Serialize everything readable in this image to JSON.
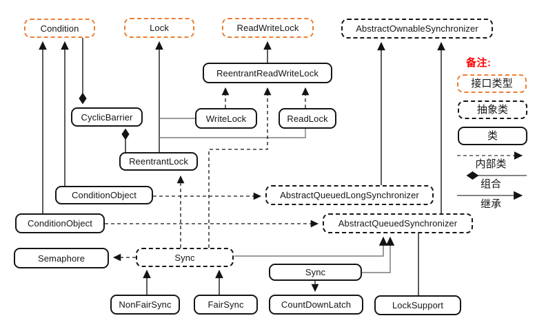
{
  "colors": {
    "interface_border": "#ED7D31",
    "class_border": "#141414",
    "note_red": "#FF0000",
    "line_black": "#141414",
    "line_gray": "#7A7A7A",
    "background": "#FFFFFF"
  },
  "nodes": {
    "condition": {
      "label": "Condition",
      "type": "interface"
    },
    "lock": {
      "label": "Lock",
      "type": "interface"
    },
    "readWriteLock": {
      "label": "ReadWriteLock",
      "type": "interface"
    },
    "abstractOwnableSynchronizer": {
      "label": "AbstractOwnableSynchronizer",
      "type": "abstract"
    },
    "reentrantReadWriteLock": {
      "label": "ReentrantReadWriteLock",
      "type": "class"
    },
    "cyclicBarrier": {
      "label": "CyclicBarrier",
      "type": "class"
    },
    "writeLock": {
      "label": "WriteLock",
      "type": "class"
    },
    "readLock": {
      "label": "ReadLock",
      "type": "class"
    },
    "reentrantLock": {
      "label": "ReentrantLock",
      "type": "class"
    },
    "conditionObjectUpper": {
      "label": "ConditionObject",
      "type": "class"
    },
    "abstractQueuedLongSynchronizer": {
      "label": "AbstractQueuedLongSynchronizer",
      "type": "abstract"
    },
    "conditionObjectLower": {
      "label": "ConditionObject",
      "type": "class"
    },
    "abstractQueuedSynchronizer": {
      "label": "AbstractQueuedSynchronizer",
      "type": "abstract"
    },
    "semaphore": {
      "label": "Semaphore",
      "type": "class"
    },
    "syncLeft": {
      "label": "Sync",
      "type": "abstract"
    },
    "syncRight": {
      "label": "Sync",
      "type": "class"
    },
    "nonFairSync": {
      "label": "NonFairSync",
      "type": "class"
    },
    "fairSync": {
      "label": "FairSync",
      "type": "class"
    },
    "countDownLatch": {
      "label": "CountDownLatch",
      "type": "class"
    },
    "lockSupport": {
      "label": "LockSupport",
      "type": "class"
    }
  },
  "legend": {
    "title": "备注:",
    "interface_label": "接口类型",
    "abstract_label": "抽象类",
    "class_label": "类",
    "inner_class_label": "内部类",
    "composition_label": "组合",
    "inheritance_label": "继承"
  },
  "relationships": [
    {
      "from": "ConditionObject(lower)",
      "to": "Condition",
      "type": "inheritance"
    },
    {
      "from": "ConditionObject(upper)",
      "to": "Condition",
      "type": "inheritance"
    },
    {
      "from": "CyclicBarrier",
      "to": "Condition",
      "type": "composition"
    },
    {
      "from": "CyclicBarrier",
      "to": "ReentrantLock",
      "type": "composition"
    },
    {
      "from": "ReentrantLock",
      "to": "Lock",
      "type": "inheritance"
    },
    {
      "from": "WriteLock",
      "to": "Lock",
      "type": "inheritance"
    },
    {
      "from": "ReadLock",
      "to": "Lock",
      "type": "inheritance"
    },
    {
      "from": "ReentrantReadWriteLock",
      "to": "ReadWriteLock",
      "type": "inheritance"
    },
    {
      "from": "WriteLock",
      "to": "ReentrantReadWriteLock",
      "type": "inner-class"
    },
    {
      "from": "ReadLock",
      "to": "ReentrantReadWriteLock",
      "type": "inner-class"
    },
    {
      "from": "Sync(left)",
      "to": "ReentrantReadWriteLock",
      "type": "inner-class"
    },
    {
      "from": "Sync(left)",
      "to": "ReentrantLock",
      "type": "inner-class"
    },
    {
      "from": "Sync(left)",
      "to": "Semaphore",
      "type": "inner-class"
    },
    {
      "from": "ConditionObject(upper)",
      "to": "AbstractQueuedLongSynchronizer",
      "type": "inner-class"
    },
    {
      "from": "ConditionObject(lower)",
      "to": "AbstractQueuedSynchronizer",
      "type": "inner-class"
    },
    {
      "from": "AbstractQueuedLongSynchronizer",
      "to": "AbstractOwnableSynchronizer",
      "type": "inheritance"
    },
    {
      "from": "AbstractQueuedSynchronizer",
      "to": "AbstractOwnableSynchronizer",
      "type": "inheritance"
    },
    {
      "from": "Sync(left)",
      "to": "AbstractQueuedSynchronizer",
      "type": "inheritance"
    },
    {
      "from": "Sync(right)",
      "to": "AbstractQueuedSynchronizer",
      "type": "inheritance"
    },
    {
      "from": "Sync(right)",
      "to": "CountDownLatch",
      "type": "inner-class"
    },
    {
      "from": "NonFairSync",
      "to": "Sync(left)",
      "type": "inheritance"
    },
    {
      "from": "FairSync",
      "to": "Sync(left)",
      "type": "inheritance"
    },
    {
      "from": "LockSupport",
      "to": "AbstractQueuedSynchronizer",
      "type": "line"
    }
  ]
}
